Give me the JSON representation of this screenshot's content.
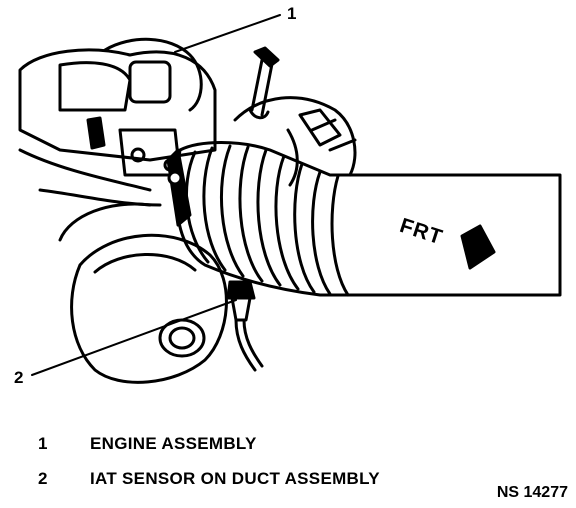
{
  "callouts": [
    {
      "number": "1"
    },
    {
      "number": "2"
    }
  ],
  "direction_label": "FRT",
  "legend": [
    {
      "number": "1",
      "text": "ENGINE ASSEMBLY"
    },
    {
      "number": "2",
      "text": "IAT SENSOR ON DUCT ASSEMBLY"
    }
  ],
  "reference_code": "NS 14277",
  "colors": {
    "ink": "#000000",
    "paper": "#ffffff"
  }
}
